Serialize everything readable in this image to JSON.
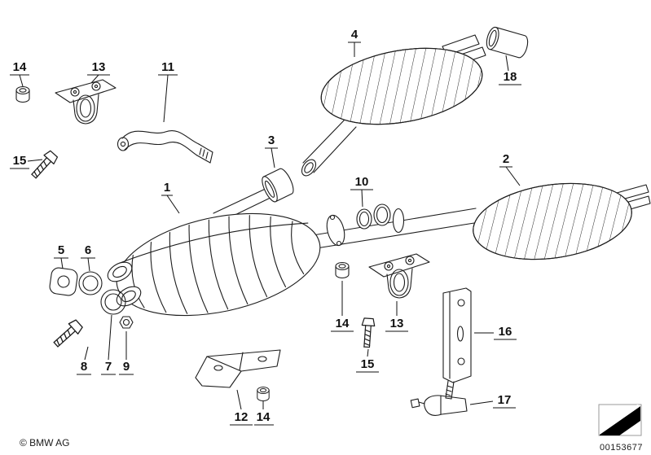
{
  "diagram": {
    "footer": {
      "copyright": "© BMW AG",
      "part_number": "00153677"
    }
  },
  "callouts": {
    "c1": {
      "label": "1"
    },
    "c2": {
      "label": "2"
    },
    "c3": {
      "label": "3"
    },
    "c4": {
      "label": "4"
    },
    "c5": {
      "label": "5"
    },
    "c6": {
      "label": "6"
    },
    "c7": {
      "label": "7"
    },
    "c8": {
      "label": "8"
    },
    "c9": {
      "label": "9"
    },
    "c10": {
      "label": "10"
    },
    "c11": {
      "label": "11"
    },
    "c12": {
      "label": "12"
    },
    "c13a": {
      "label": "13"
    },
    "c13b": {
      "label": "13"
    },
    "c14a": {
      "label": "14"
    },
    "c14b": {
      "label": "14"
    },
    "c14c": {
      "label": "14"
    },
    "c15a": {
      "label": "15"
    },
    "c15b": {
      "label": "15"
    },
    "c16": {
      "label": "16"
    },
    "c17": {
      "label": "17"
    },
    "c18": {
      "label": "18"
    }
  },
  "colors": {
    "line": "#1d1d1d",
    "background": "#ffffff"
  },
  "icons": {
    "corner_symbol": "page-corner-icon"
  }
}
